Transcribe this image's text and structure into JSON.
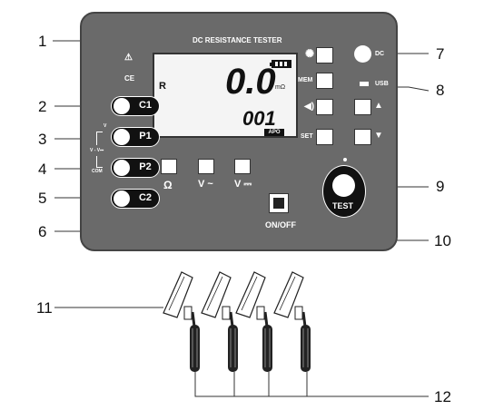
{
  "header": {
    "title": "DC RESISTANCE TESTER"
  },
  "display": {
    "indicator": "R",
    "main_value": "0.0",
    "unit": "mΩ",
    "sub_value": "001",
    "apo": "APO"
  },
  "panel_marks": {
    "warning": "⚠",
    "ce": "CE"
  },
  "terminals": {
    "c1": "C1",
    "p1": "P1",
    "p2": "P2",
    "c2": "C2",
    "v_mark": "V",
    "v_dc": "V - V⎓",
    "com": "COM"
  },
  "keys": {
    "mem": "MEM",
    "set": "SET",
    "dc": "DC",
    "usb": "USB"
  },
  "modes": {
    "ohm": "Ω",
    "vac": "V ~",
    "vdc": "V ⎓"
  },
  "power": {
    "label": "ON/OFF"
  },
  "test": {
    "label": "TEST"
  },
  "callouts": [
    "1",
    "2",
    "3",
    "4",
    "5",
    "6",
    "7",
    "8",
    "9",
    "10",
    "11",
    "12"
  ]
}
